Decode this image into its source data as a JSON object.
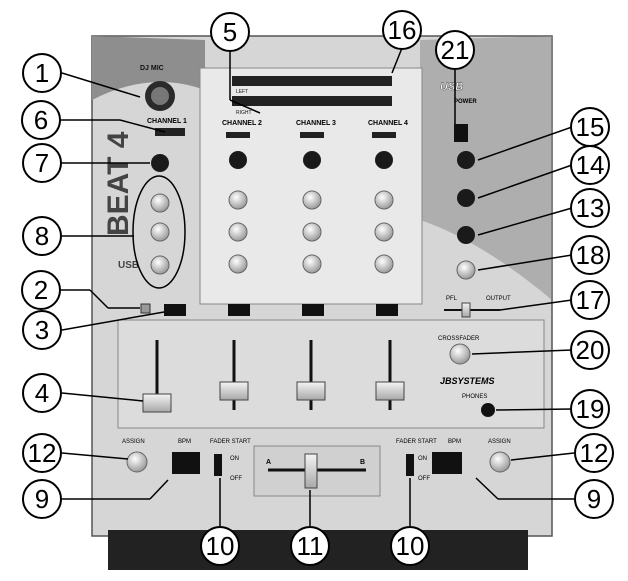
{
  "mixer": {
    "dj_mic_label": "DJ MIC",
    "brand_vertical": "BEAT 4",
    "usb_vertical": "USB",
    "channel_labels": [
      "CHANNEL 1",
      "CHANNEL 2",
      "CHANNEL 3",
      "CHANNEL 4"
    ],
    "vu_left": "LEFT",
    "vu_right": "RIGHT",
    "usb_logo": "USB",
    "power_label": "POWER",
    "pfl_label": "PFL",
    "output_label": "OUTPUT",
    "crossfader_label": "CROSSFADER",
    "brand": "JBSYSTEMS",
    "phones_label": "PHONES",
    "assign_label": "ASSIGN",
    "bpm_label": "BPM",
    "fader_start_label": "FADER START",
    "on_label": "ON",
    "off_label": "OFF",
    "cf_a": "A",
    "cf_b": "B"
  },
  "callouts": [
    "1",
    "6",
    "7",
    "8",
    "2",
    "3",
    "4",
    "12",
    "9",
    "5",
    "16",
    "21",
    "15",
    "14",
    "13",
    "18",
    "17",
    "20",
    "19",
    "12",
    "9",
    "10",
    "11",
    "10"
  ],
  "colors": {
    "panel": "#d2d2d2",
    "panel_dark": "#8e8e8e",
    "knob": "#1a1a1a",
    "callout_fill": "#ffffff",
    "callout_stroke": "#000000"
  }
}
